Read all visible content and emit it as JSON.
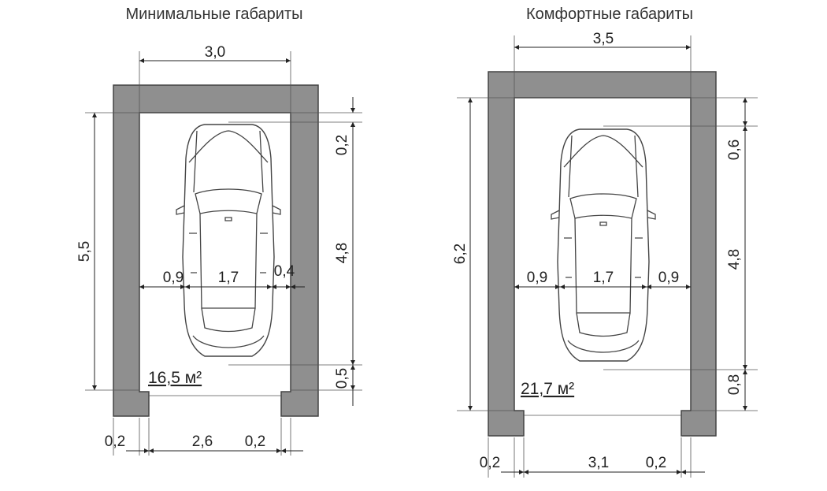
{
  "colors": {
    "wall": "#8f8f8f",
    "line": "#222222"
  },
  "min": {
    "title": "Минимальные габариты",
    "width_total": "3,0",
    "length_total": "5,5",
    "front_gap": "0,2",
    "car_length": "4,8",
    "rear_gap": "0,5",
    "left_gap": "0,9",
    "car_width": "1,7",
    "right_gap": "0,4",
    "wall_left": "0,2",
    "opening": "2,6",
    "wall_right": "0,2",
    "area": "16,5 м²"
  },
  "comf": {
    "title": "Комфортные габариты",
    "width_total": "3,5",
    "length_total": "6,2",
    "front_gap": "0,6",
    "car_length": "4,8",
    "rear_gap": "0,8",
    "left_gap": "0,9",
    "car_width": "1,7",
    "right_gap": "0,9",
    "wall_left": "0,2",
    "opening": "3,1",
    "wall_right": "0,2",
    "area": "21,7 м²"
  }
}
